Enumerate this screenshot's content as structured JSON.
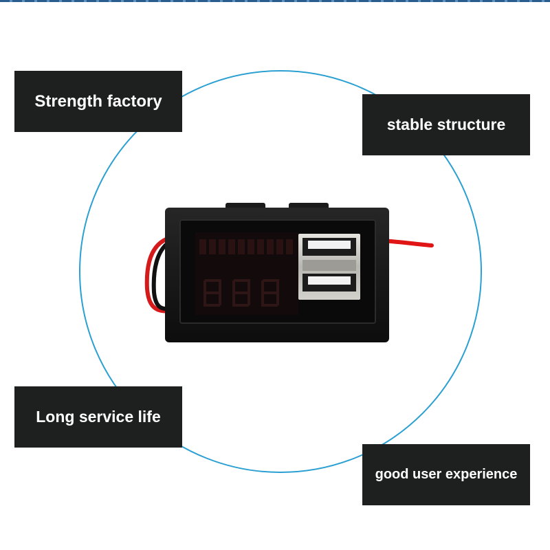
{
  "labels": {
    "top_left": "Strength factory",
    "top_right": "stable structure",
    "bottom_left": "Long service life",
    "bottom_right": "good user experience"
  },
  "colors": {
    "background": "#ffffff",
    "circle": "#2a9fd2",
    "label_bg": "#1e201f",
    "label_text": "#ffffff",
    "wire_red": "#e01515",
    "wire_black": "#111111",
    "device_body": "#141414",
    "usb_metal": "#c8c6c0"
  },
  "icons": [
    "product-photo",
    "usb-port-icon",
    "usb-port-icon"
  ]
}
